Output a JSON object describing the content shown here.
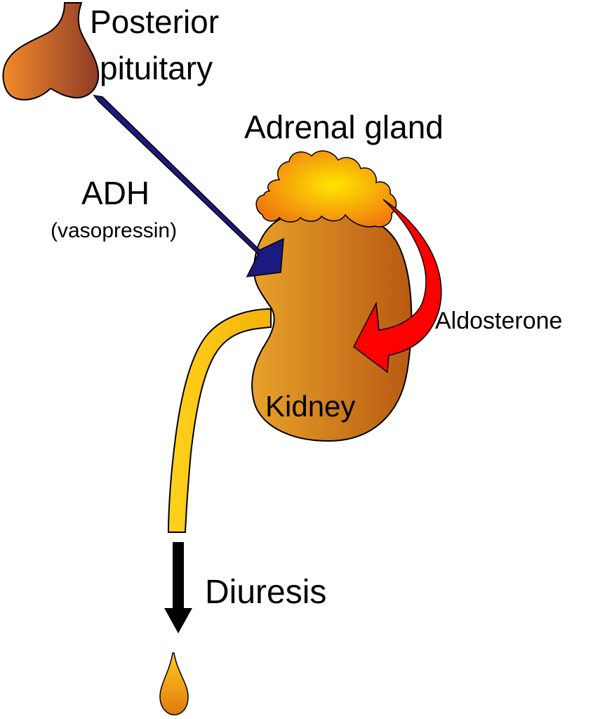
{
  "labels": {
    "pituitary_line1": "Posterior",
    "pituitary_line2": "pituitary",
    "adrenal": "Adrenal gland",
    "adh": "ADH",
    "adh_sub": "(vasopressin)",
    "aldosterone": "Aldosterone",
    "kidney": "Kidney",
    "diuresis": "Diuresis"
  },
  "colors": {
    "pituitary_light": "#f28a2a",
    "pituitary_dark": "#8e3b28",
    "kidney_light": "#e8a22a",
    "kidney_dark": "#b85a12",
    "adrenal_light": "#ffe600",
    "adrenal_dark": "#f07a10",
    "ureter_light": "#ffd21c",
    "ureter_dark": "#f2b20a",
    "adh_arrow": "#1a1a80",
    "aldosterone_arrow": "#ff0000",
    "diuresis_arrow": "#000000",
    "droplet_light": "#ffcc1e",
    "droplet_dark": "#e07a10"
  }
}
